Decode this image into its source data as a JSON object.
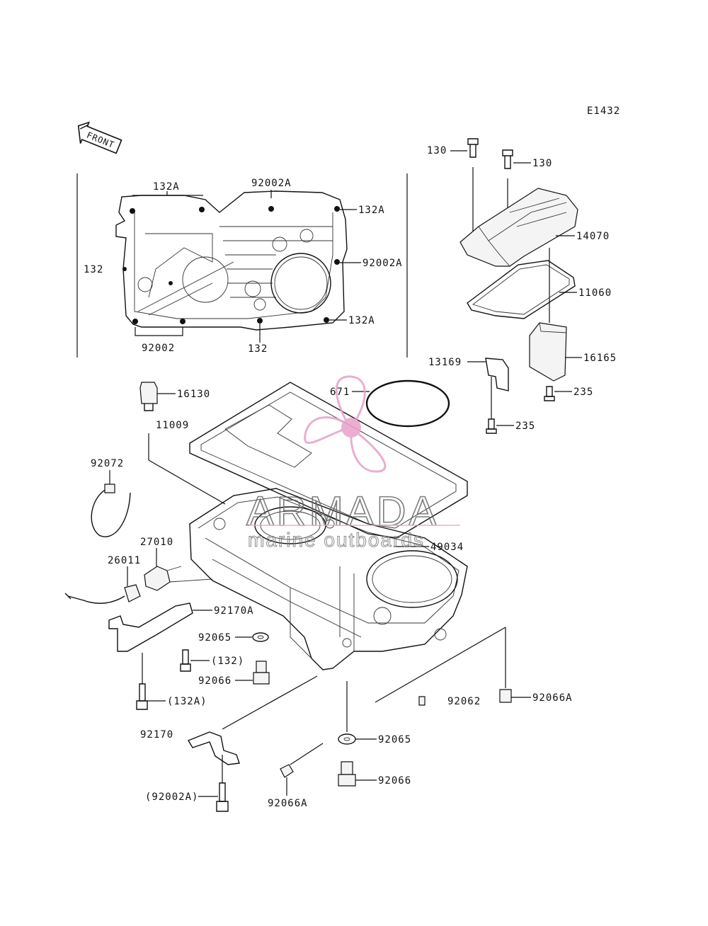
{
  "diagram_code": "E1432",
  "front_label": "FRONT",
  "callouts": {
    "c132A_top": "132A",
    "c92002A_top": "92002A",
    "c132A_right1": "132A",
    "c92002A_right": "92002A",
    "c132A_right2": "132A",
    "c132_left": "132",
    "c92002_bottom": "92002",
    "c132_bottom": "132",
    "c130_left": "130",
    "c130_right": "130",
    "c14070": "14070",
    "c11060": "11060",
    "c16165": "16165",
    "c13169": "13169",
    "c235_a": "235",
    "c235_b": "235",
    "c16130": "16130",
    "c671": "671",
    "c11009": "11009",
    "c92072": "92072",
    "c49034": "49034",
    "c27010": "27010",
    "c26011": "26011",
    "c92170A": "92170A",
    "c92065_a": "92065",
    "c132_paren": "(132)",
    "c92066_a": "92066",
    "c132A_paren": "(132A)",
    "c92062": "92062",
    "c92066A_a": "92066A",
    "c92170": "92170",
    "c92065_b": "92065",
    "c92066_b": "92066",
    "c92002A_paren": "(92002A)",
    "c92066A_b": "92066A"
  },
  "watermark": {
    "brand": "ARMADA",
    "tagline": "marine outboards",
    "brand_color": "#666666",
    "accent_color": "#e8a0c8"
  }
}
